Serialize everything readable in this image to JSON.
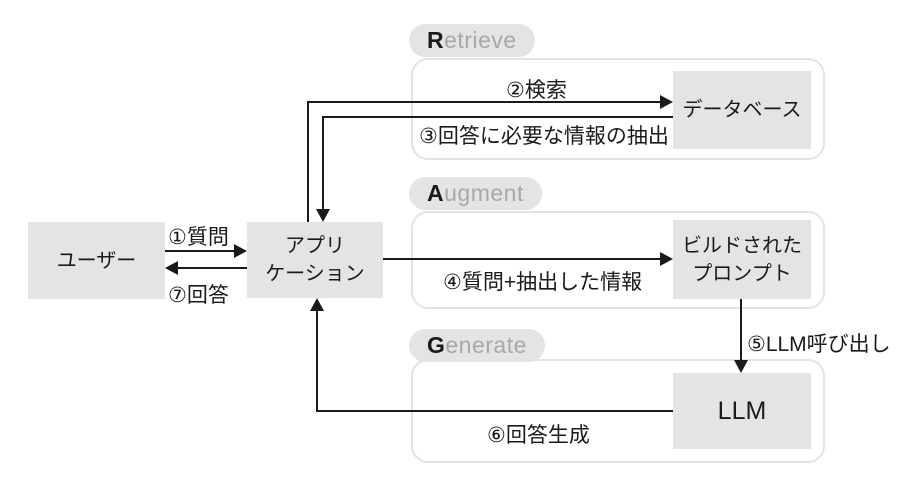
{
  "diagram": {
    "nodes": {
      "user": {
        "label": "ユーザー"
      },
      "application": {
        "line1": "アプリ",
        "line2": "ケーション"
      },
      "database": {
        "label": "データベース"
      },
      "built_prompt": {
        "line1": "ビルドされた",
        "line2": "プロンプト"
      },
      "llm": {
        "label": "LLM"
      }
    },
    "sections": {
      "retrieve": {
        "initial": "R",
        "rest": "etrieve"
      },
      "augment": {
        "initial": "A",
        "rest": "ugment"
      },
      "generate": {
        "initial": "G",
        "rest": "enerate"
      }
    },
    "edge_labels": {
      "step1": "①質問",
      "step2": "②検索",
      "step3": "③回答に必要な情報の抽出",
      "step4": "④質問+抽出した情報",
      "step5": "⑤LLM呼び出し",
      "step6": "⑥回答生成",
      "step7": "⑦回答"
    },
    "colors": {
      "background": "#ffffff",
      "node_fill": "#e4e4e4",
      "pill_fill": "#e4e4e4",
      "container_border": "#e3e3e3",
      "line": "#1a1a1a",
      "pill_initial_text": "#1a1a1a",
      "pill_rest_text": "#a8a8a8"
    }
  }
}
